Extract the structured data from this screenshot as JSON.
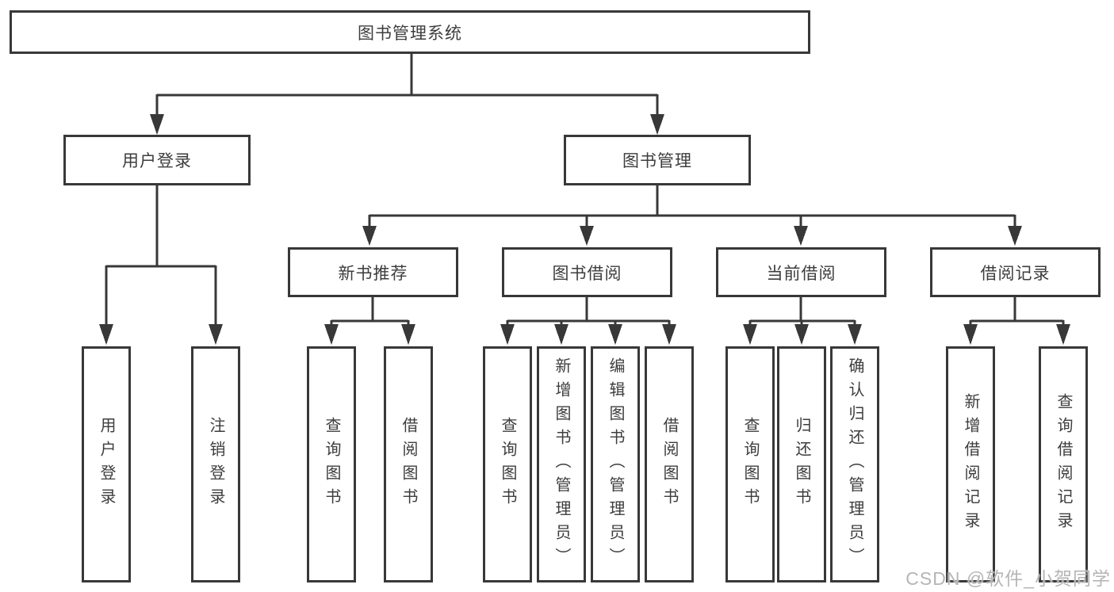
{
  "colors": {
    "line": "#383838",
    "box_border": "#383838",
    "text": "#3d3d3d",
    "background": "#ffffff",
    "watermark": "#b5b5b5"
  },
  "watermark": "CSDN @软件_小贺同学",
  "tree": {
    "label": "图书管理系统",
    "children": [
      {
        "label": "用户登录",
        "children": [
          {
            "label": "用户登录"
          },
          {
            "label": "注销登录"
          }
        ]
      },
      {
        "label": "图书管理",
        "children": [
          {
            "label": "新书推荐",
            "children": [
              {
                "label": "查询图书"
              },
              {
                "label": "借阅图书"
              }
            ]
          },
          {
            "label": "图书借阅",
            "children": [
              {
                "label": "查询图书"
              },
              {
                "label": "新增图书（管理员）"
              },
              {
                "label": "编辑图书（管理员）"
              },
              {
                "label": "借阅图书"
              }
            ]
          },
          {
            "label": "当前借阅",
            "children": [
              {
                "label": "查询图书"
              },
              {
                "label": "归还图书"
              },
              {
                "label": "确认归还（管理员）"
              }
            ]
          },
          {
            "label": "借阅记录",
            "children": [
              {
                "label": "新增借阅记录"
              },
              {
                "label": "查询借阅记录"
              }
            ]
          }
        ]
      }
    ]
  }
}
